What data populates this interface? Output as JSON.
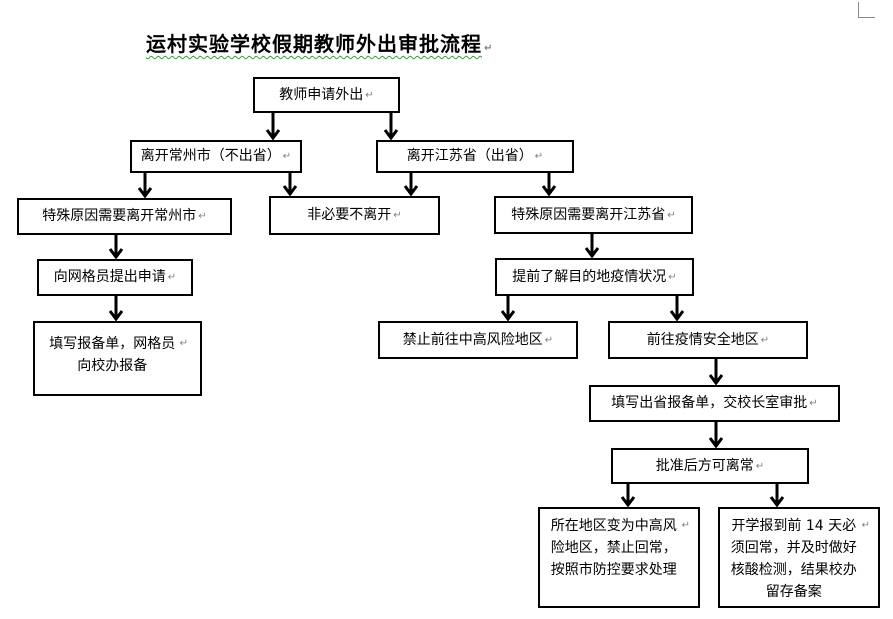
{
  "title": {
    "main": "运村实验学校假期教师外出审批流程",
    "mark": "↵"
  },
  "nodes": {
    "apply": "教师申请外出",
    "leave_city": "离开常州市（不出省）",
    "leave_province": "离开江苏省（出省）",
    "special_city": "特殊原因需要离开常州市",
    "not_necessary": "非必要不离开",
    "special_province": "特殊原因需要离开江苏省",
    "grid_apply": "向网格员提出申请",
    "know_epidemic": "提前了解目的地疫情状况",
    "fill_report": "填写报备单，网格员向校办报备",
    "forbid_risk": "禁止前往中高风险地区",
    "go_safe": "前往疫情安全地区",
    "fill_out_province": "填写出省报备单，交校长室审批",
    "approved": "批准后方可离常",
    "risk_change": "所在地区变为中高风险地区，禁止回常，按照市防控要求处理",
    "return_early": "开学报到前 14 天必须回常，并及时做好核酸检测，结果校办留存备案"
  }
}
